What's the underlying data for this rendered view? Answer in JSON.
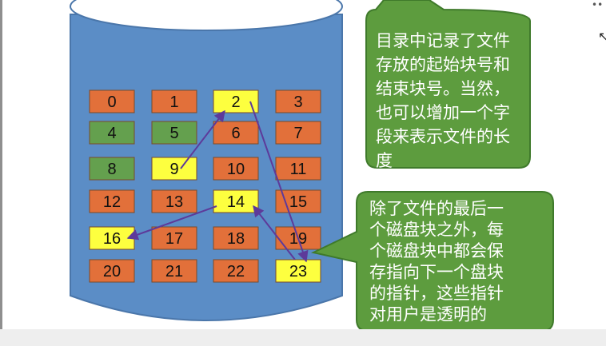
{
  "blocks": [
    {
      "label": "0",
      "color": "orange"
    },
    {
      "label": "1",
      "color": "orange"
    },
    {
      "label": "2",
      "color": "yellow"
    },
    {
      "label": "3",
      "color": "orange"
    },
    {
      "label": "4",
      "color": "green"
    },
    {
      "label": "5",
      "color": "green"
    },
    {
      "label": "6",
      "color": "orange"
    },
    {
      "label": "7",
      "color": "orange"
    },
    {
      "label": "8",
      "color": "green"
    },
    {
      "label": "9",
      "color": "yellow"
    },
    {
      "label": "10",
      "color": "orange"
    },
    {
      "label": "11",
      "color": "orange"
    },
    {
      "label": "12",
      "color": "orange"
    },
    {
      "label": "13",
      "color": "orange"
    },
    {
      "label": "14",
      "color": "yellow"
    },
    {
      "label": "15",
      "color": "orange"
    },
    {
      "label": "16",
      "color": "yellow"
    },
    {
      "label": "17",
      "color": "orange"
    },
    {
      "label": "18",
      "color": "orange"
    },
    {
      "label": "19",
      "color": "orange"
    },
    {
      "label": "20",
      "color": "orange"
    },
    {
      "label": "21",
      "color": "orange"
    },
    {
      "label": "22",
      "color": "orange"
    },
    {
      "label": "23",
      "color": "yellow"
    }
  ],
  "chain": [
    "9",
    "2",
    "23",
    "14",
    "16"
  ],
  "callouts": [
    {
      "lines": [
        "目录中记录了文件",
        "存放的起始块号和",
        "结束块号。当然，",
        "也可以增加一个字",
        "段来表示文件的长",
        "度"
      ]
    },
    {
      "lines": [
        "除了文件的最后一",
        "个磁盘块之外，每",
        "个磁盘块中都会保",
        "存指向下一个盘块",
        "的指针，这些指针",
        "对用户是透明的"
      ]
    }
  ],
  "colors": {
    "cylinder": "#5b8dc6",
    "cylinder_edge": "#4a76aa",
    "orange": "#e2703a",
    "green": "#64a04e",
    "yellow": "#fdff3f",
    "block_border": "#7a4a2a",
    "arrow": "#5d3a9a",
    "callout_fill": "#5d9c3e",
    "callout_stroke": "#3f7a2b",
    "callout_text": "#ffffff"
  }
}
